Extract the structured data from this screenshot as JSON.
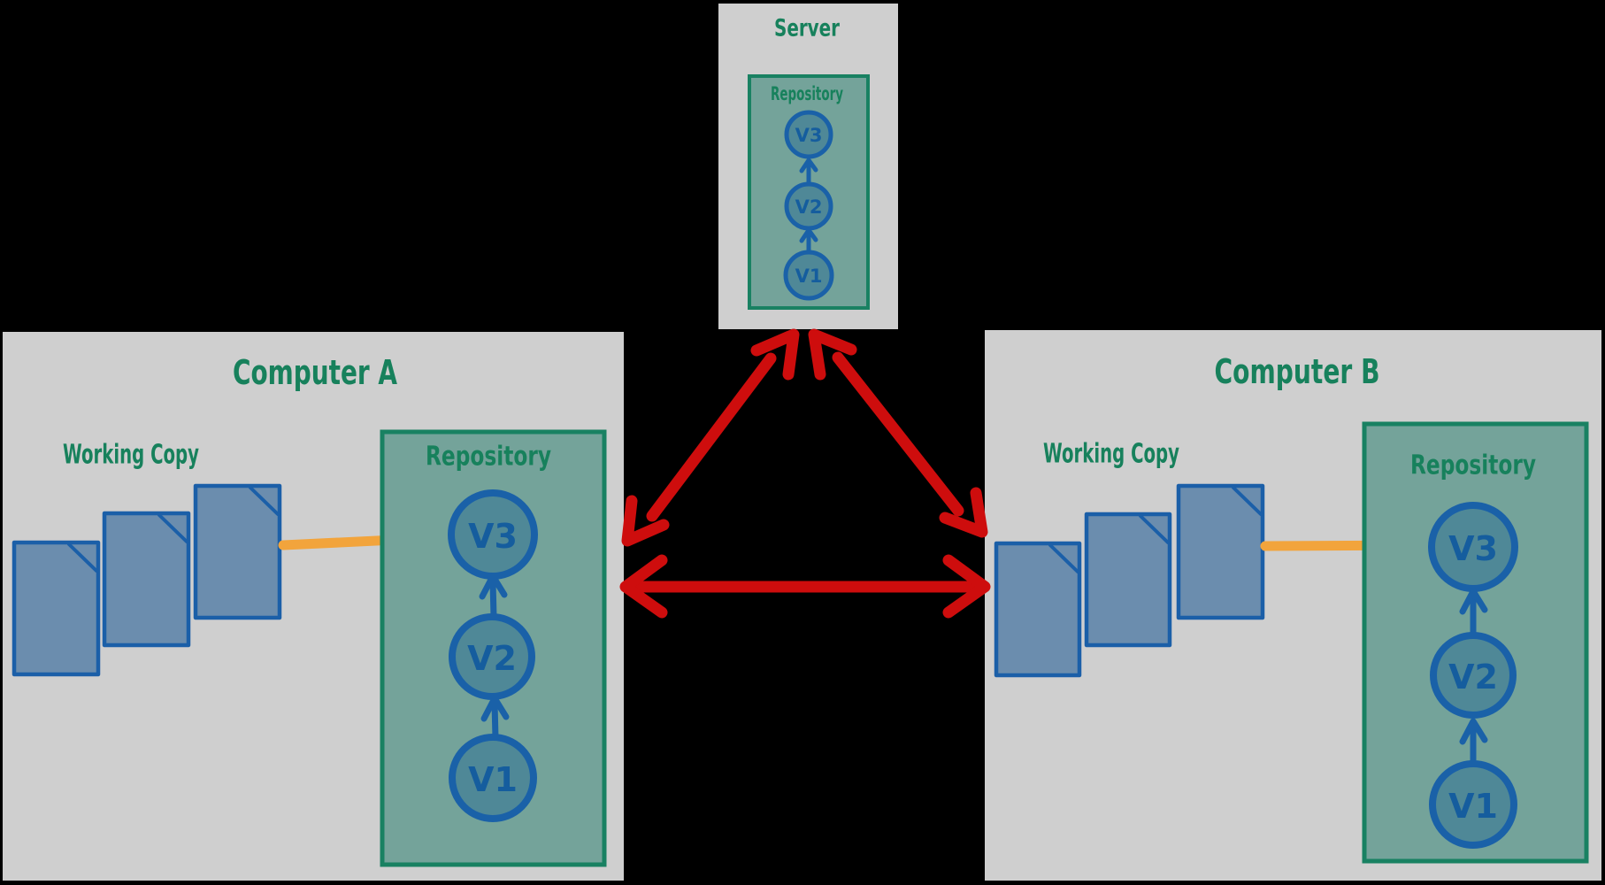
{
  "colors": {
    "background": "#000000",
    "panel_gray": "#cfcfcf",
    "repository_fill": "#74a39a",
    "repository_border": "#198162",
    "version_node_fill": "#4f8897",
    "version_node_border": "#1a61a8",
    "document_fill": "#6b8dae",
    "document_border": "#1b5fa8",
    "handwriting_green": "#17815c",
    "handwriting_blue": "#155d9e",
    "checkout_link_orange": "#f2a43c",
    "sync_arrow_red": "#ce0d0d"
  },
  "server": {
    "title": "Server",
    "repository": {
      "label": "Repository",
      "versions": [
        {
          "label": "V3"
        },
        {
          "label": "V2"
        },
        {
          "label": "V1"
        }
      ]
    }
  },
  "computer_a": {
    "title": "Computer A",
    "working_copy": {
      "label": "Working Copy",
      "document_count": 3
    },
    "repository": {
      "label": "Repository",
      "versions": [
        {
          "label": "V3"
        },
        {
          "label": "V2"
        },
        {
          "label": "V1"
        }
      ]
    }
  },
  "computer_b": {
    "title": "Computer B",
    "working_copy": {
      "label": "Working Copy",
      "document_count": 3
    },
    "repository": {
      "label": "Repository",
      "versions": [
        {
          "label": "V3"
        },
        {
          "label": "V2"
        },
        {
          "label": "V1"
        }
      ]
    }
  }
}
